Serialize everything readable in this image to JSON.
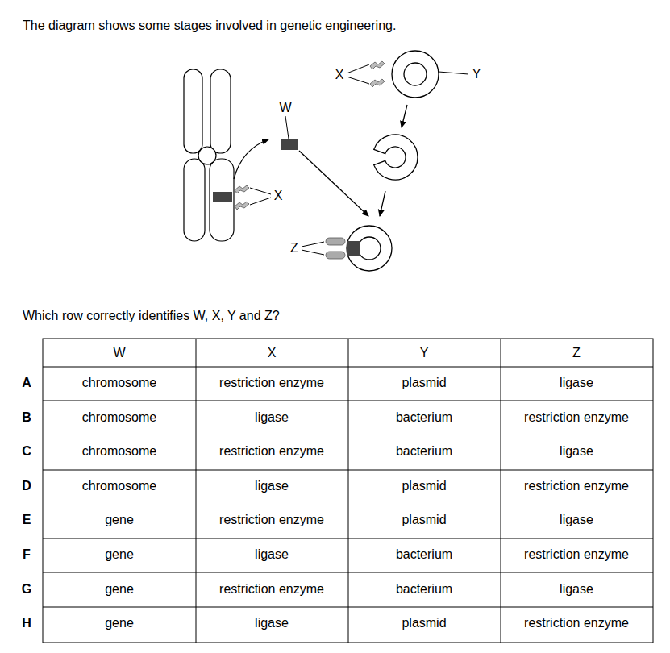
{
  "diagram": {
    "title": "The diagram shows some stages involved in genetic engineering.",
    "labels": [
      "W",
      "X",
      "Y",
      "X",
      "Z",
      "Which row correctly identifies W, X, Y and Z?",
      "W",
      "X",
      "Y",
      "Z",
      "A",
      "chromosome",
      "restriction enzyme",
      "plasmid",
      "ligase",
      "B",
      "chromosome",
      "ligase",
      "bacterium",
      "restriction enzyme",
      "C",
      "chromosome",
      "restriction enzyme",
      "bacterium",
      "ligase",
      "D",
      "chromosome",
      "ligase",
      "plasmid",
      "restriction enzyme",
      "E",
      "gene",
      "restriction enzyme",
      "plasmid",
      "ligase",
      "F",
      "gene",
      "ligase",
      "bacterium",
      "restriction enzyme",
      "G",
      "gene",
      "restriction enzyme",
      "bacterium",
      "ligase",
      "H",
      "gene",
      "ligase",
      "plasmid",
      "restriction enzyme"
    ]
  }
}
